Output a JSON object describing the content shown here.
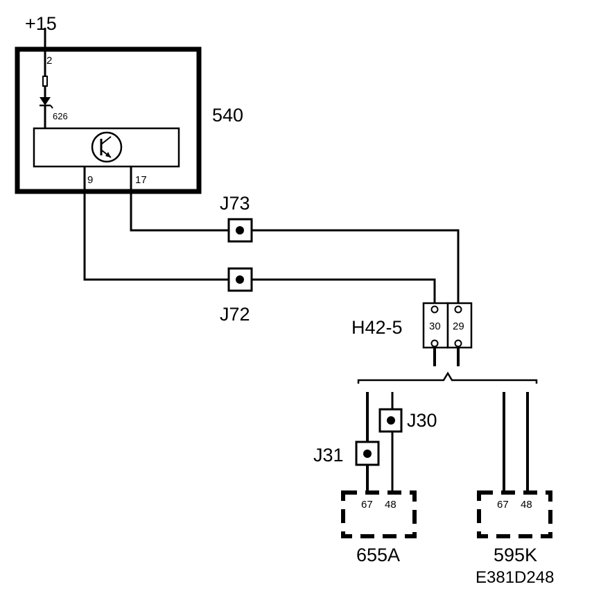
{
  "supply": {
    "label": "+15"
  },
  "module": {
    "id": "540",
    "pin_supply": "2",
    "diode_ref": "626",
    "pin_left": "9",
    "pin_right": "17"
  },
  "junctions": {
    "j73": "J73",
    "j72": "J72",
    "j30": "J30",
    "j31": "J31"
  },
  "connector": {
    "id": "H42-5",
    "pin_a": "30",
    "pin_b": "29"
  },
  "devices": [
    {
      "id": "655A",
      "pins": [
        "67",
        "48"
      ]
    },
    {
      "id": "595K",
      "pins": [
        "67",
        "48"
      ]
    }
  ],
  "drawing_ref": "E381D248"
}
